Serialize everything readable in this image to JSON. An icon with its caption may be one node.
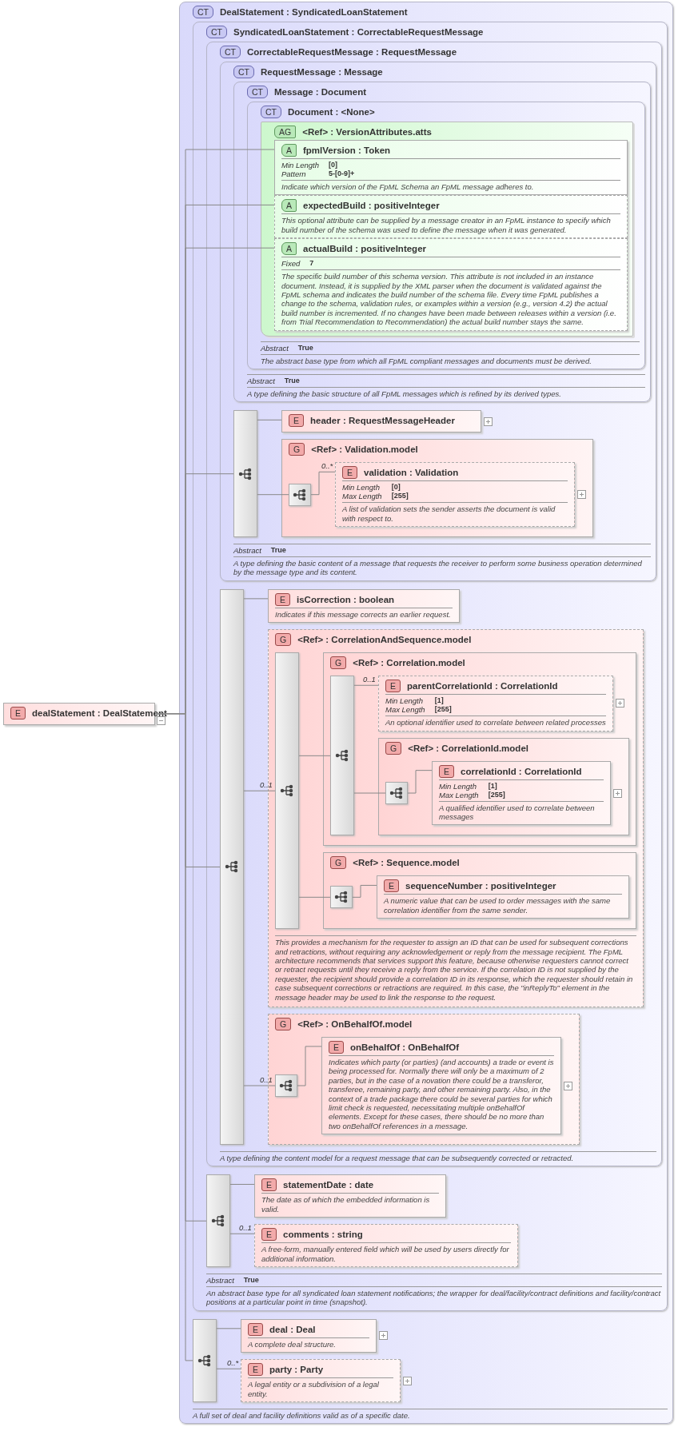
{
  "diagram": {
    "nodes": [
      {
        "text": [
          "E",
          "dealStatement : DealStatement"
        ]
      },
      {
        "text": [
          "CT",
          "DealStatement : SyndicatedLoanStatement",
          "A full set of deal and facility definitions valid as of a specific date."
        ]
      },
      {
        "text": [
          "CT",
          "SyndicatedLoanStatement : CorrectableRequestMessage",
          "Abstract",
          "True",
          "An abstract base type for all syndicated loan statement notifications; the wrapper for deal/facility/contract definitions and facility/contract positions at a particular point in time (snapshot)."
        ],
        "in": 1
      },
      {
        "text": [
          "CT",
          "CorrectableRequestMessage : RequestMessage",
          "A type defining the content model for a request message that can be subsequently corrected or retracted."
        ],
        "in": 2
      },
      {
        "text": [
          "CT",
          "RequestMessage : Message",
          "Abstract",
          "True",
          "A type defining the basic content of a message that requests the receiver to perform some business operation determined by the message type and its content."
        ],
        "in": 3
      },
      {
        "text": [
          "CT",
          "Message : Document",
          "Abstract",
          "True",
          "A type defining the basic structure of all FpML messages which is refined by its derived types."
        ],
        "in": 4
      },
      {
        "text": [
          "CT",
          "Document : <None>",
          "Abstract",
          "True",
          "The abstract base type from which all FpML compliant messages and documents must be derived."
        ],
        "in": 5
      },
      {
        "text": [
          "AG",
          "<Ref> : VersionAttributes.atts"
        ],
        "in": 6
      },
      {
        "text": [
          "A",
          "fpmlVersion : Token",
          "Min Length",
          "[0]",
          "Pattern",
          "5-[0-9]+",
          "Indicate which version of the FpML Schema an FpML message adheres to."
        ],
        "in": 7
      },
      {
        "text": [
          "A",
          "expectedBuild : positiveInteger",
          "This optional attribute can be supplied by a message creator in an FpML instance to specify which build number of the schema was used to define the message when it was generated."
        ],
        "in": 7
      },
      {
        "text": [
          "A",
          "actualBuild : positiveInteger",
          "Fixed",
          "7",
          "The specific build number of this schema version. This attribute is not included in an instance document. Instead, it is supplied by the XML parser when the document is validated against the FpML schema and indicates the build number of the schema file. Every time FpML publishes a change to the schema, validation rules, or examples within a version (e.g., version 4.2) the actual build number is incremented. If no changes have been made between releases within a version (i.e. from Trial Recommendation to Recommendation) the actual build number stays the same."
        ],
        "in": 7
      },
      {
        "text": [],
        "shape": "bar",
        "in": 4
      },
      {
        "text": [
          "E",
          "header : RequestMessageHeader"
        ],
        "in": 4
      },
      {
        "text": [
          "G",
          "<Ref> : Validation.model"
        ],
        "in": 4
      },
      {
        "text": [],
        "shape": "box",
        "in": 13
      },
      {
        "text": [
          "E",
          "validation : Validation",
          "Min Length",
          "[0]",
          "Max Length",
          "[255]",
          "A list of validation sets the sender asserts the document is valid with respect to."
        ],
        "in": 13
      },
      {
        "text": [],
        "shape": "bar",
        "in": 3
      },
      {
        "text": [
          "E",
          "isCorrection : boolean",
          "Indicates if this message corrects an earlier request."
        ],
        "in": 3
      },
      {
        "text": [
          "G",
          "<Ref> : CorrelationAndSequence.model",
          "This provides a mechanism for the requester to assign an ID that can be used for subsequent corrections and retractions, without requiring any acknowledgement or reply from the message recipient. The FpML architecture recommends that services support this feature, because otherwise requesters cannot correct or retract requests until they receive a reply from the service. If the correlation ID is not supplied by the requester, the recipient should provide a correlation ID in its response, which the requester should retain in case subsequent corrections or retractions are required. In this case, the \"inReplyTo\" element in the message header may be used to link the response to the request."
        ],
        "in": 3
      },
      {
        "text": [],
        "shape": "bar",
        "in": 18
      },
      {
        "text": [
          "G",
          "<Ref> : Correlation.model"
        ],
        "in": 18
      },
      {
        "text": [],
        "shape": "bar",
        "in": 20
      },
      {
        "text": [
          "E",
          "parentCorrelationId : CorrelationId",
          "Min Length",
          "[1]",
          "Max Length",
          "[255]",
          "An optional identifier used to correlate between related processes"
        ],
        "in": 20
      },
      {
        "text": [
          "G",
          "<Ref> : CorrelationId.model"
        ],
        "in": 20
      },
      {
        "text": [],
        "shape": "box",
        "in": 23
      },
      {
        "text": [
          "E",
          "correlationId : CorrelationId",
          "Min Length",
          "[1]",
          "Max Length",
          "[255]",
          "A qualified identifier used to correlate between messages"
        ],
        "in": 23
      },
      {
        "text": [
          "G",
          "<Ref> : Sequence.model"
        ],
        "in": 18
      },
      {
        "text": [],
        "shape": "box",
        "in": 26
      },
      {
        "text": [
          "E",
          "sequenceNumber : positiveInteger",
          "A numeric value that can be used to order messages with the same correlation identifier from the same sender."
        ],
        "in": 26
      },
      {
        "text": [
          "G",
          "<Ref> : OnBehalfOf.model"
        ],
        "in": 3
      },
      {
        "text": [],
        "shape": "box",
        "in": 29
      },
      {
        "text": [
          "E",
          "onBehalfOf : OnBehalfOf",
          "Indicates which party (or parties) (and accounts) a trade or event is being processed for. Normally there will only be a maximum of 2 parties, but in the case of a novation there could be a transferor, transferee, remaining party, and other remaining party. Also, in the context of a trade package there could be several parties for which limit check is requested, necessitating multiple onBehalfOf elements. Except for these cases, there should be no more than two onBehalfOf references in a message."
        ],
        "in": 29
      },
      {
        "text": [],
        "shape": "bar",
        "in": 2
      },
      {
        "text": [
          "E",
          "statementDate : date",
          "The date as of which the embedded information is valid."
        ],
        "in": 2
      },
      {
        "text": [
          "E",
          "comments : string",
          "A free-form, manually entered field which will be used by users directly for additional information."
        ],
        "in": 2
      },
      {
        "text": [],
        "shape": "bar",
        "in": 1
      },
      {
        "text": [
          "E",
          "deal : Deal",
          "A complete deal structure."
        ],
        "in": 1
      },
      {
        "text": [
          "E",
          "party : Party",
          "A legal entity or a subdivision of a legal entity."
        ],
        "in": 1
      }
    ],
    "edges": [
      {
        "from": 0,
        "to": 8,
        "arrow": "none"
      },
      {
        "from": 0,
        "to": 9,
        "arrow": "none"
      },
      {
        "from": 0,
        "to": 10,
        "arrow": "none"
      },
      {
        "from": 0,
        "to": 11,
        "arrow": "none"
      },
      {
        "from": 11,
        "to": 12,
        "arrow": "none"
      },
      {
        "from": 11,
        "to": 14,
        "arrow": "none"
      },
      {
        "from": 14,
        "to": 15,
        "arrow": "none",
        "label": "0..*"
      },
      {
        "from": 0,
        "to": 16,
        "arrow": "none"
      },
      {
        "from": 16,
        "to": 17,
        "arrow": "none"
      },
      {
        "from": 16,
        "to": 19,
        "arrow": "none",
        "label": "0..1"
      },
      {
        "from": 19,
        "to": 21,
        "arrow": "none"
      },
      {
        "from": 21,
        "to": 22,
        "arrow": "none",
        "label": "0..1"
      },
      {
        "from": 21,
        "to": 24,
        "arrow": "none"
      },
      {
        "from": 24,
        "to": 25,
        "arrow": "none"
      },
      {
        "from": 19,
        "to": 27,
        "arrow": "none"
      },
      {
        "from": 27,
        "to": 28,
        "arrow": "none"
      },
      {
        "from": 16,
        "to": 30,
        "arrow": "none",
        "label": "0..1"
      },
      {
        "from": 30,
        "to": 31,
        "arrow": "none"
      },
      {
        "from": 0,
        "to": 32,
        "arrow": "none"
      },
      {
        "from": 32,
        "to": 33,
        "arrow": "none"
      },
      {
        "from": 32,
        "to": 34,
        "arrow": "none",
        "label": "0..1"
      },
      {
        "from": 0,
        "to": 35,
        "arrow": "none"
      },
      {
        "from": 35,
        "to": 36,
        "arrow": "none"
      },
      {
        "from": 35,
        "to": 37,
        "arrow": "none",
        "label": "0..*"
      }
    ]
  }
}
